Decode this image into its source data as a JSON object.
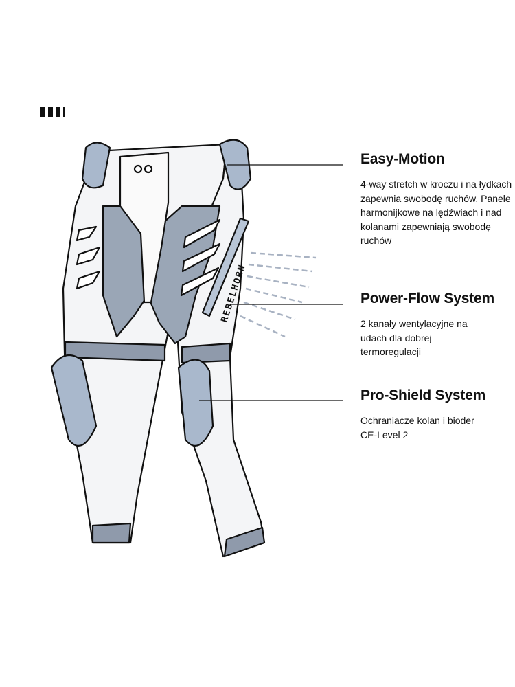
{
  "brand_logo_text": "REBELHORN",
  "features": [
    {
      "title": "Easy-Motion",
      "description": "4-way stretch w kroczu i na łydkach zapewnia swobodę ruchów. Panele harmonijkowe na lędźwiach i nad kolanami zapewniają swobodę ruchów"
    },
    {
      "title": "Power-Flow System",
      "description": "2 kanały wentylacyjne na udach dla dobrej termoregulacji"
    },
    {
      "title": "Pro-Shield System",
      "description": "Ochraniacze kolan i bioder CE-Level 2"
    }
  ],
  "colors": {
    "panel_grey": "#9aa6b6",
    "armor_blue": "#a9b8cc",
    "outline": "#111111",
    "text": "#111111"
  }
}
